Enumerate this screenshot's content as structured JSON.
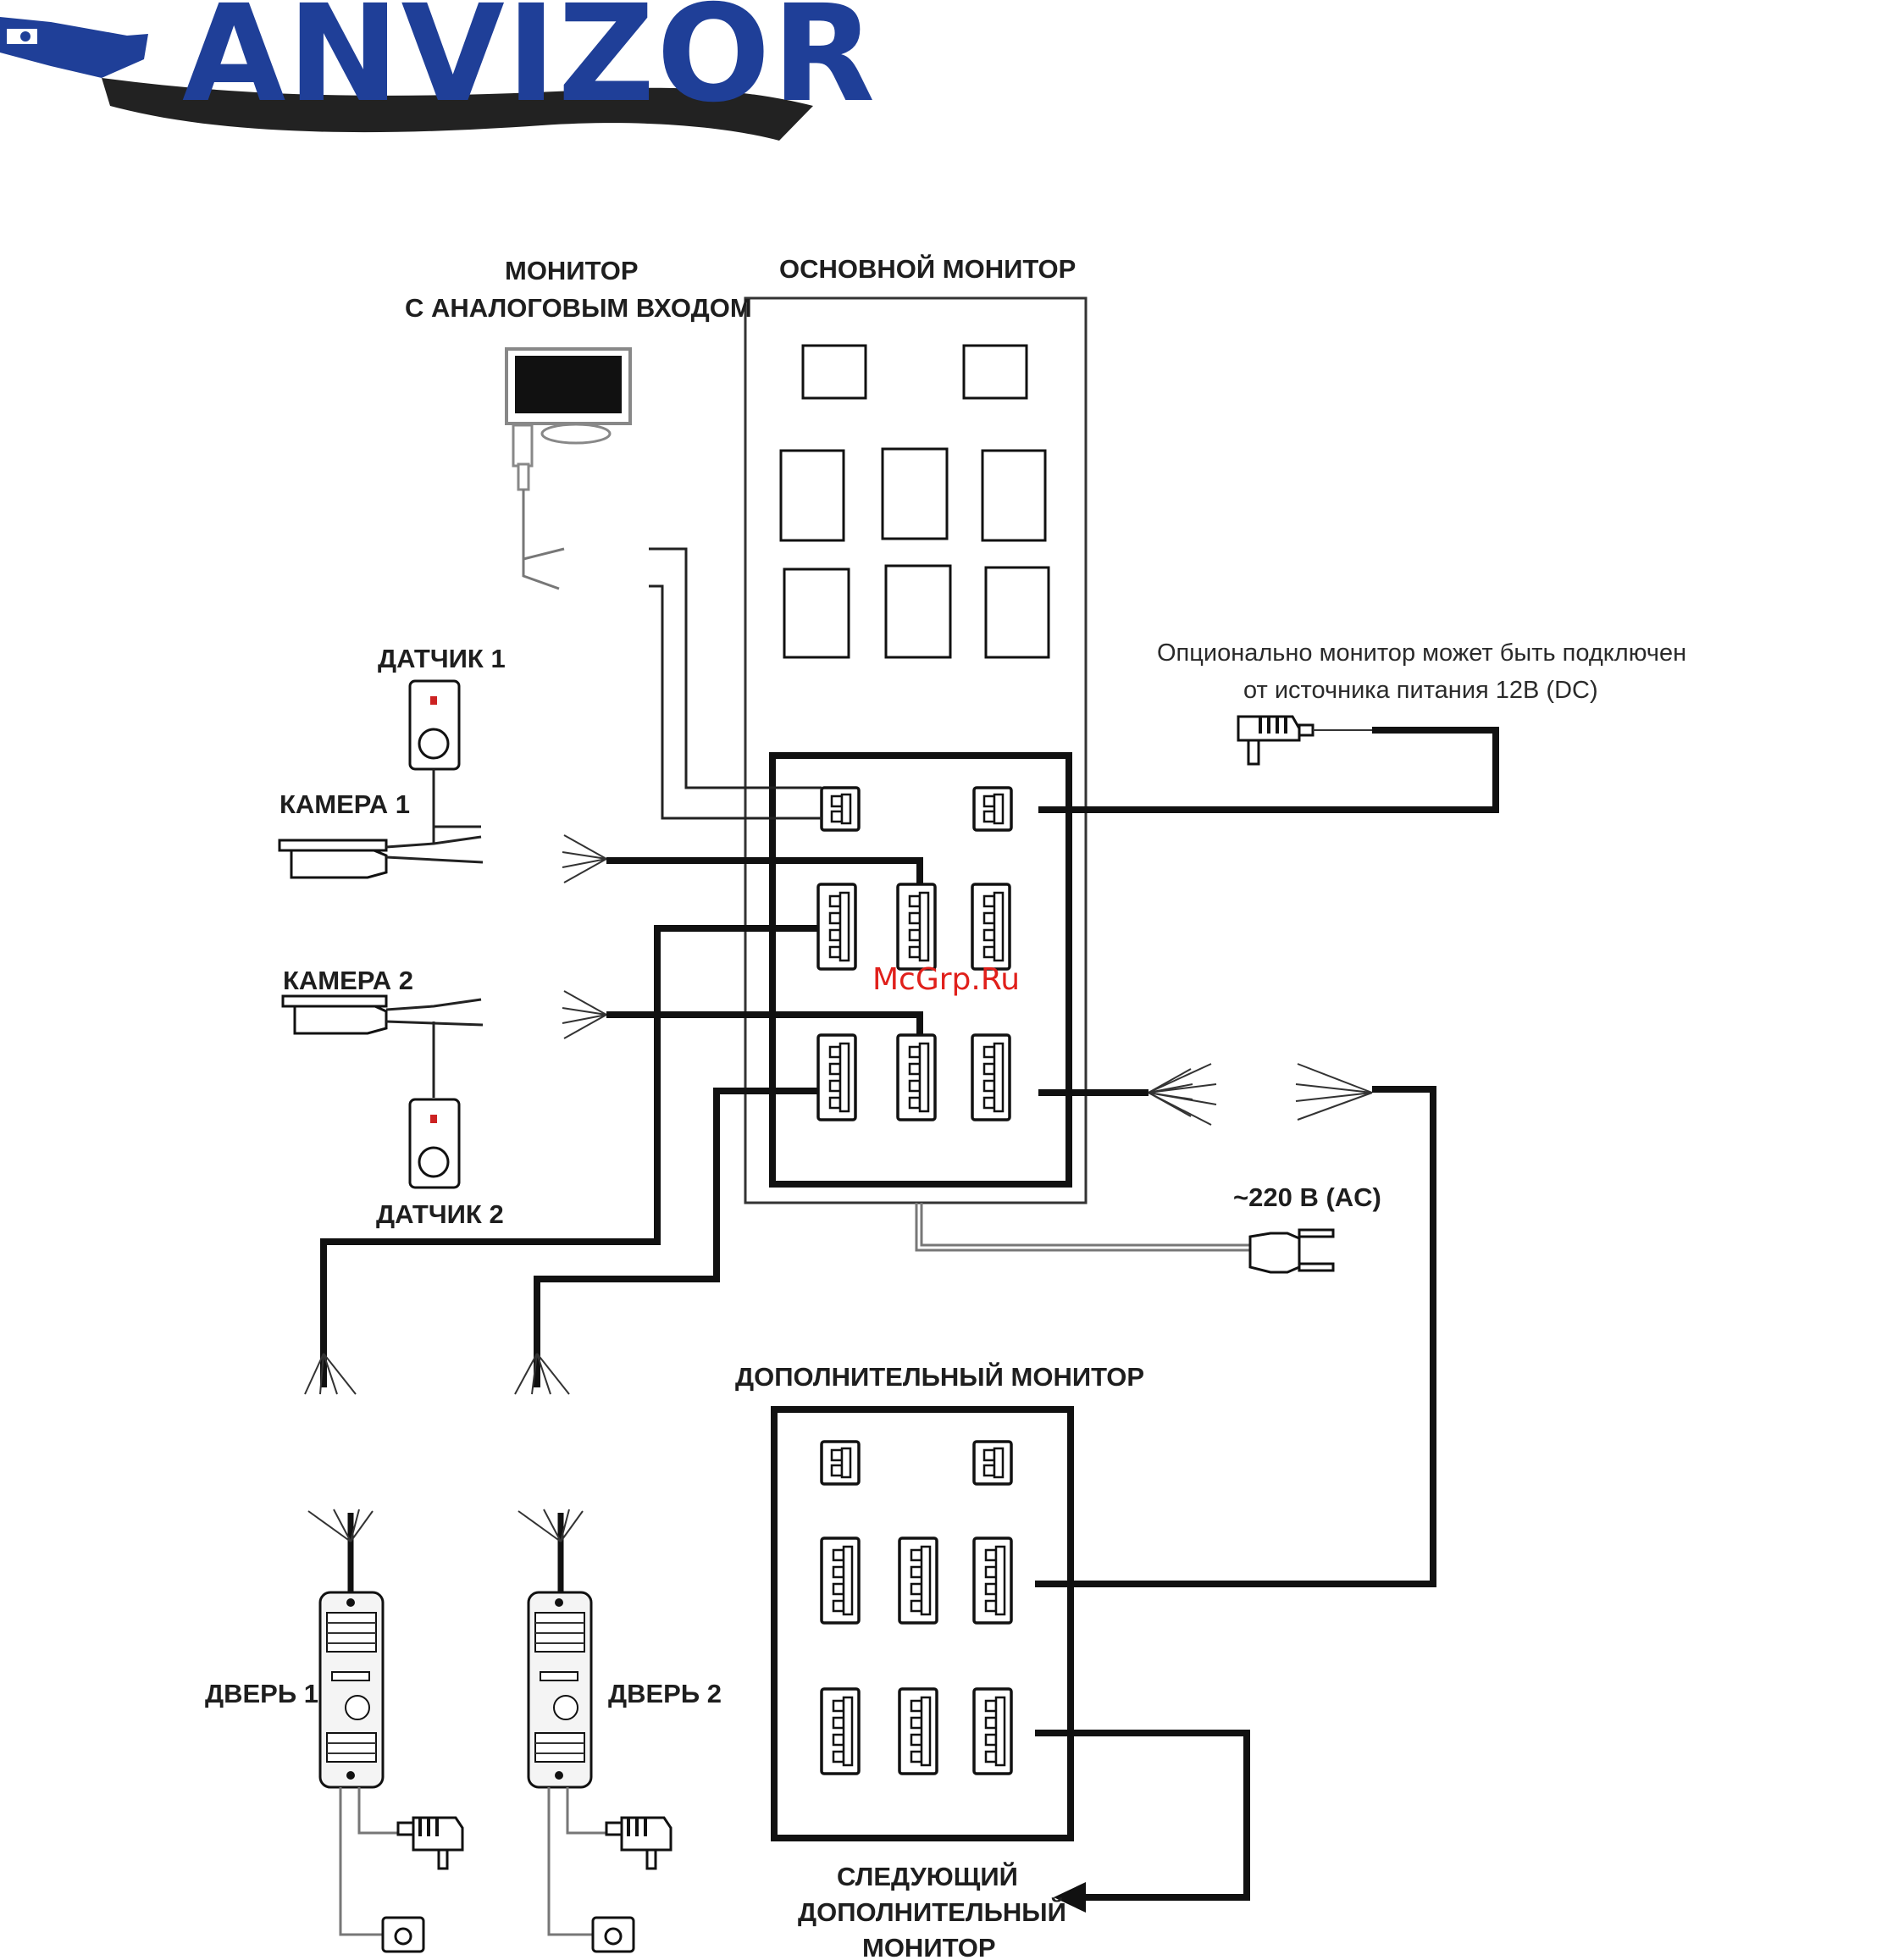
{
  "brand": {
    "logo_text": "ANVIZOR"
  },
  "watermark": "McGrp.Ru",
  "labels": {
    "analog_monitor_line1": "МОНИТОР",
    "analog_monitor_line2": "С АНАЛОГОВЫМ ВХОДОМ",
    "main_monitor": "ОСНОВНОЙ МОНИТОР",
    "sensor1": "ДАТЧИК 1",
    "sensor2": "ДАТЧИК 2",
    "camera1": "КАМЕРА 1",
    "camera2": "КАМЕРА 2",
    "optional_power_line1": "Опционально монитор может быть подключен",
    "optional_power_line2": "от источника питания 12В (DC)",
    "ac_power": "~220 В (AC)",
    "extra_monitor": "ДОПОЛНИТЕЛЬНЫЙ МОНИТОР",
    "door1": "ДВЕРЬ 1",
    "door2": "ДВЕРЬ 2",
    "next_monitor_line1": "СЛЕДУЮЩИЙ",
    "next_monitor_line2": "ДОПОЛНИТЕЛЬНЫЙ",
    "next_monitor_line3": "МОНИТОР"
  },
  "icons": [
    "camera-icon",
    "sensor-icon",
    "door-panel-icon",
    "power-adapter-icon",
    "ac-plug-icon",
    "lock-icon",
    "monitor-icon",
    "connector-icon",
    "arrow-left-icon"
  ],
  "colors": {
    "logo_blue": "#1f3f98",
    "logo_swoosh": "#222222",
    "watermark_red": "#e0201b",
    "line": "#111111"
  }
}
